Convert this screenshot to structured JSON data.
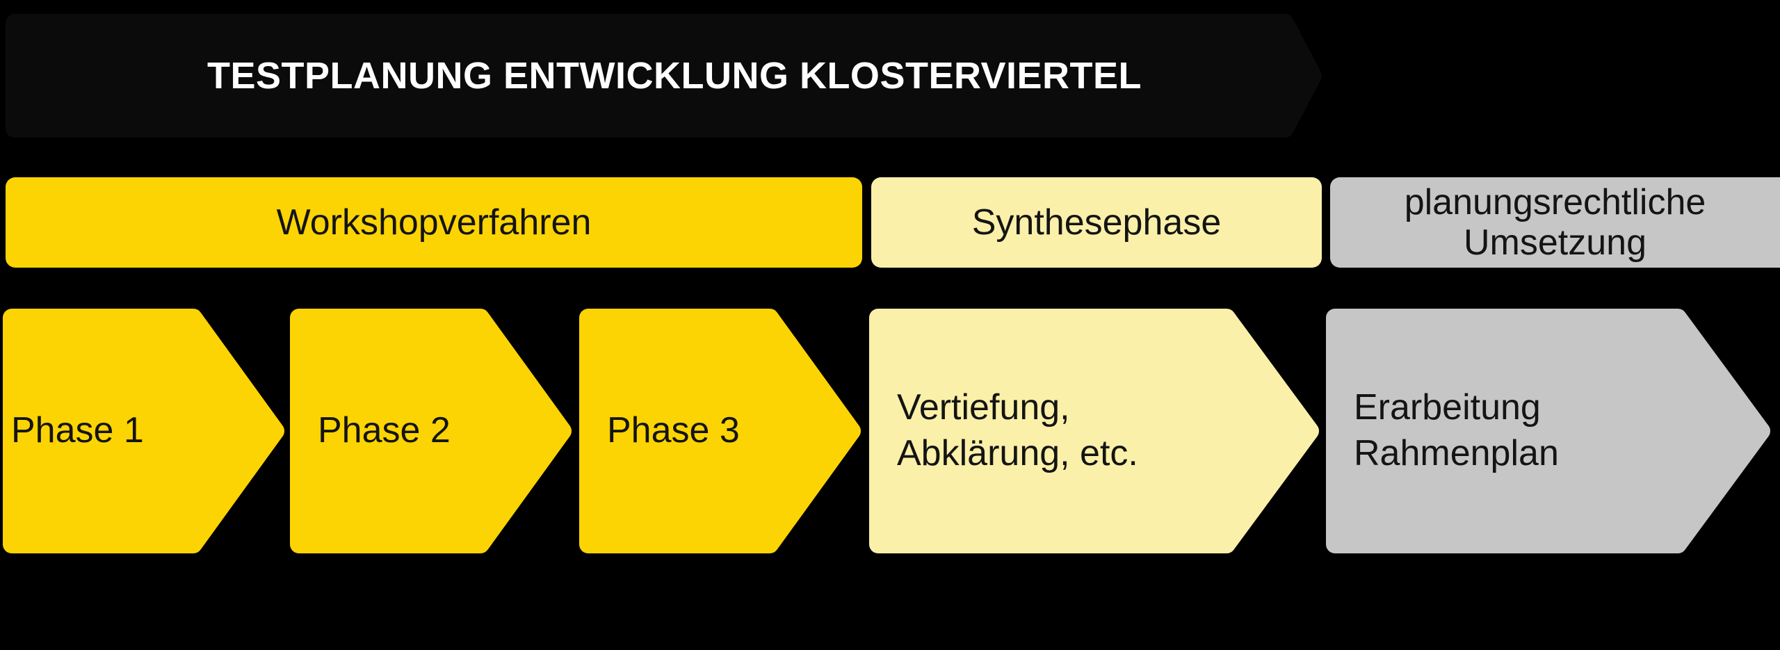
{
  "title": "TESTPLANUNG ENTWICKLUNG KLOSTERVIERTEL",
  "colors": {
    "background": "#000000",
    "header_bar": "#0B0B0B",
    "bright_yellow": "#FCD403",
    "pale_yellow": "#FAF0A9",
    "gray": "#C6C6C6",
    "title_text": "#FFFFFF",
    "body_text": "#141414"
  },
  "phase_banners": [
    {
      "id": "workshopverfahren",
      "label": "Workshopverfahren",
      "color": "bright_yellow"
    },
    {
      "id": "synthesephase",
      "label": "Synthesephase",
      "color": "pale_yellow"
    },
    {
      "id": "planungsrechtliche-umsetzung",
      "label": "planungsrechtliche Umsetzung",
      "color": "gray"
    }
  ],
  "steps": [
    {
      "id": "phase-1",
      "color": "bright_yellow",
      "lines": [
        "Phase 1"
      ]
    },
    {
      "id": "phase-2",
      "color": "bright_yellow",
      "lines": [
        "Phase 2"
      ]
    },
    {
      "id": "phase-3",
      "color": "bright_yellow",
      "lines": [
        "Phase 3"
      ]
    },
    {
      "id": "vertiefung",
      "color": "pale_yellow",
      "lines": [
        "Vertiefung,",
        "Abklärung, etc."
      ]
    },
    {
      "id": "erarbeitung-rahmenplan",
      "color": "gray",
      "lines": [
        "Erarbeitung",
        "Rahmenplan"
      ]
    }
  ]
}
